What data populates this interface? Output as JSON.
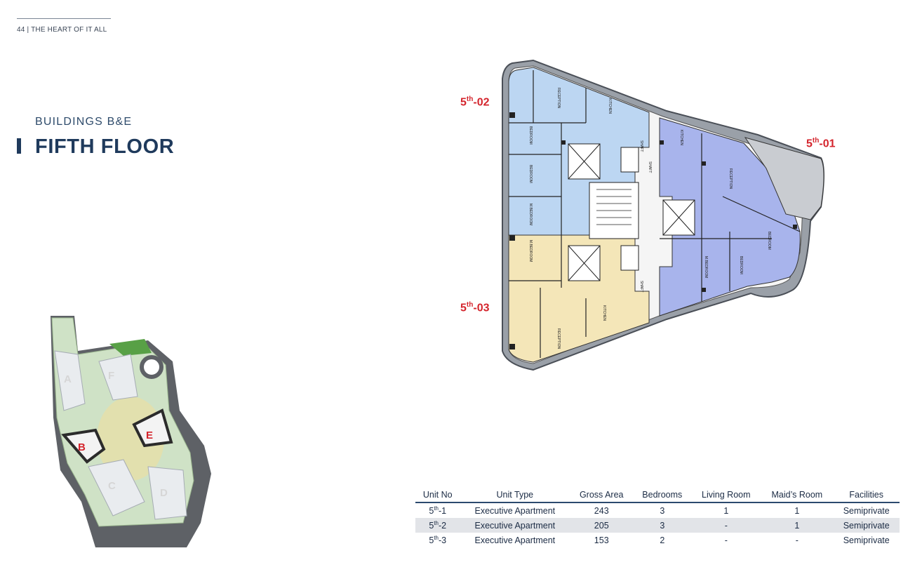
{
  "header": {
    "page_label": "44 | THE HEART OF IT ALL"
  },
  "heading": {
    "subtitle": "BUILDINGS  B&E",
    "title": "FIFTH FLOOR"
  },
  "plan": {
    "unit_labels": [
      {
        "base": "5",
        "sup": "th",
        "suffix": "-02"
      },
      {
        "base": "5",
        "sup": "th",
        "suffix": "-01"
      },
      {
        "base": "5",
        "sup": "th",
        "suffix": "-03"
      }
    ],
    "room_labels": [
      "RECEPTION",
      "KITCHEN",
      "BEDROOM",
      "BEDROOM",
      "M.BEDROOM",
      "M.BEDROOM",
      "KITCHEN",
      "RECEPTION",
      "KITCHEN",
      "RECEPTION",
      "M.BEDROOM",
      "BEDROOM",
      "BEDROOM",
      "SHAFT",
      "SHAFT",
      "SHAFT"
    ],
    "colors": {
      "unit_02": "#bcd6f2",
      "unit_01": "#a8b4ec",
      "unit_03": "#f4e6b8",
      "accent": "#d4242c"
    }
  },
  "site_plan": {
    "building_labels": [
      "A",
      "F",
      "B",
      "E",
      "C",
      "D"
    ],
    "highlight_color": "#d4242c"
  },
  "table": {
    "headers": [
      "Unit No",
      "Unit Type",
      "Gross Area",
      "Bedrooms",
      "Living Room",
      "Maid’s Room",
      "Facilities"
    ],
    "rows": [
      {
        "unit": {
          "base": "5",
          "sup": "th",
          "suffix": "-1"
        },
        "type": "Executive Apartment",
        "area": "243",
        "bedrooms": "3",
        "living": "1",
        "maid": "1",
        "facilities": "Semiprivate"
      },
      {
        "unit": {
          "base": "5",
          "sup": "th",
          "suffix": "-2"
        },
        "type": "Executive Apartment",
        "area": "205",
        "bedrooms": "3",
        "living": "-",
        "maid": "1",
        "facilities": "Semiprivate"
      },
      {
        "unit": {
          "base": "5",
          "sup": "th",
          "suffix": "-3"
        },
        "type": "Executive Apartment",
        "area": "153",
        "bedrooms": "2",
        "living": "-",
        "maid": "-",
        "facilities": "Semiprivate"
      }
    ]
  }
}
